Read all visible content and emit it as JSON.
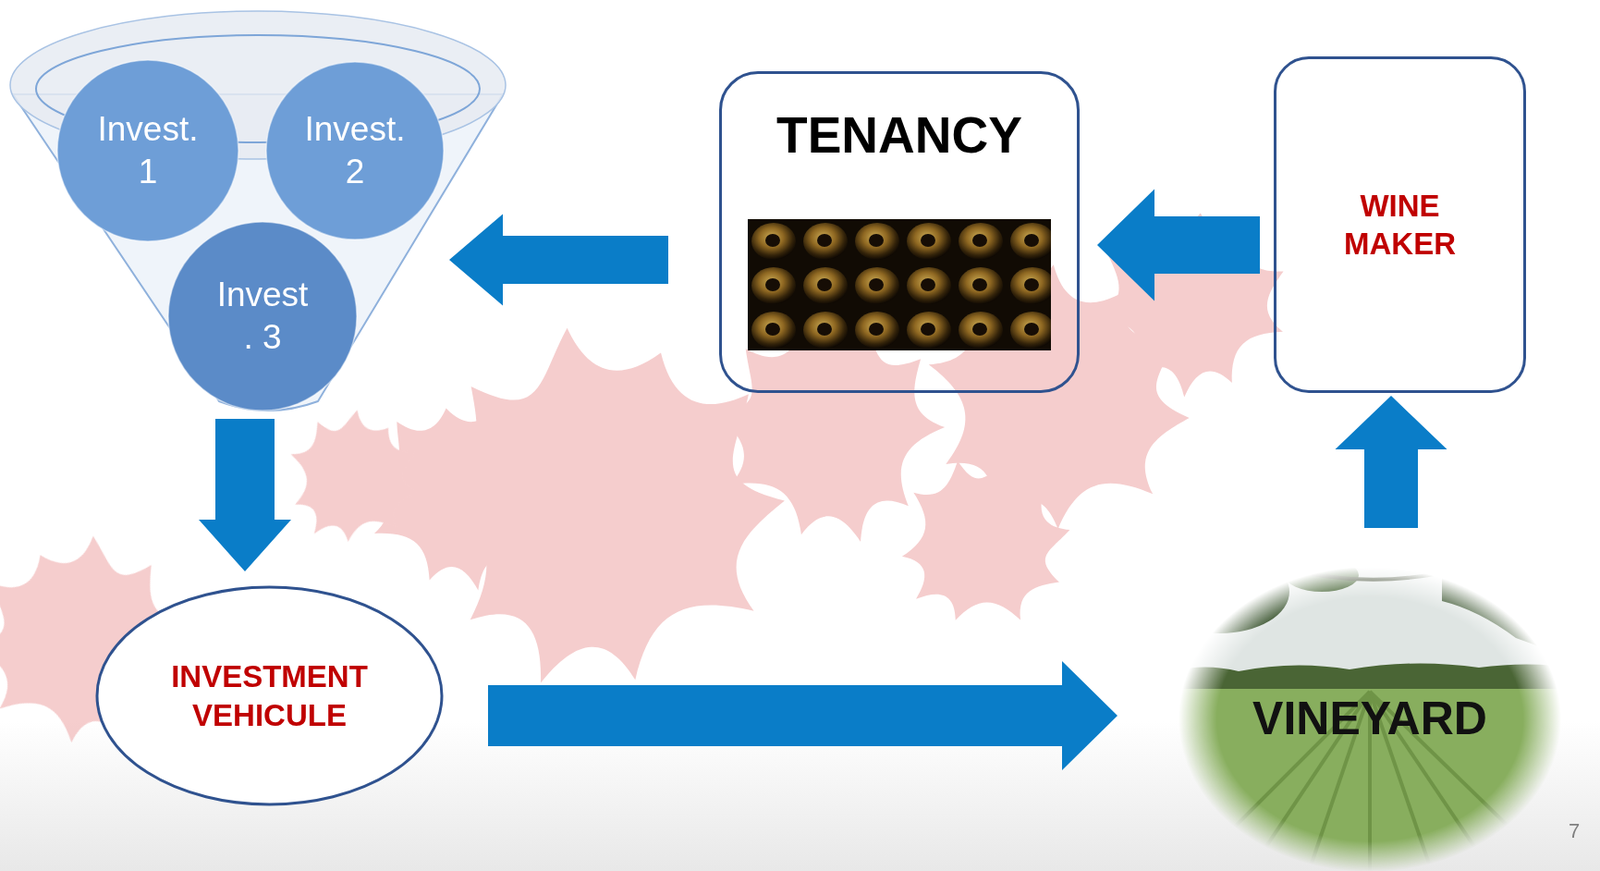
{
  "diagram": {
    "nodes": [
      {
        "text": []
      },
      {
        "text": [
          "Invest. 1"
        ],
        "in": 0
      },
      {
        "text": [
          "Invest. 2"
        ],
        "in": 0
      },
      {
        "text": [
          "Invest . 3"
        ],
        "in": 0
      },
      {
        "text": [
          "TENANCY"
        ]
      },
      {
        "text": [
          "WINE MAKER"
        ]
      },
      {
        "text": [
          "INVESTMENT VEHICULE"
        ]
      },
      {
        "text": [
          "VINEYARD"
        ]
      }
    ],
    "edges": [
      {
        "from": 0,
        "to": 6,
        "arrow": "to"
      },
      {
        "from": 6,
        "to": 7,
        "arrow": "to"
      },
      {
        "from": 7,
        "to": 5,
        "arrow": "to"
      },
      {
        "from": 5,
        "to": 4,
        "arrow": "to"
      },
      {
        "from": 4,
        "to": 0,
        "arrow": "to"
      }
    ],
    "labels": [
      "7"
    ]
  }
}
